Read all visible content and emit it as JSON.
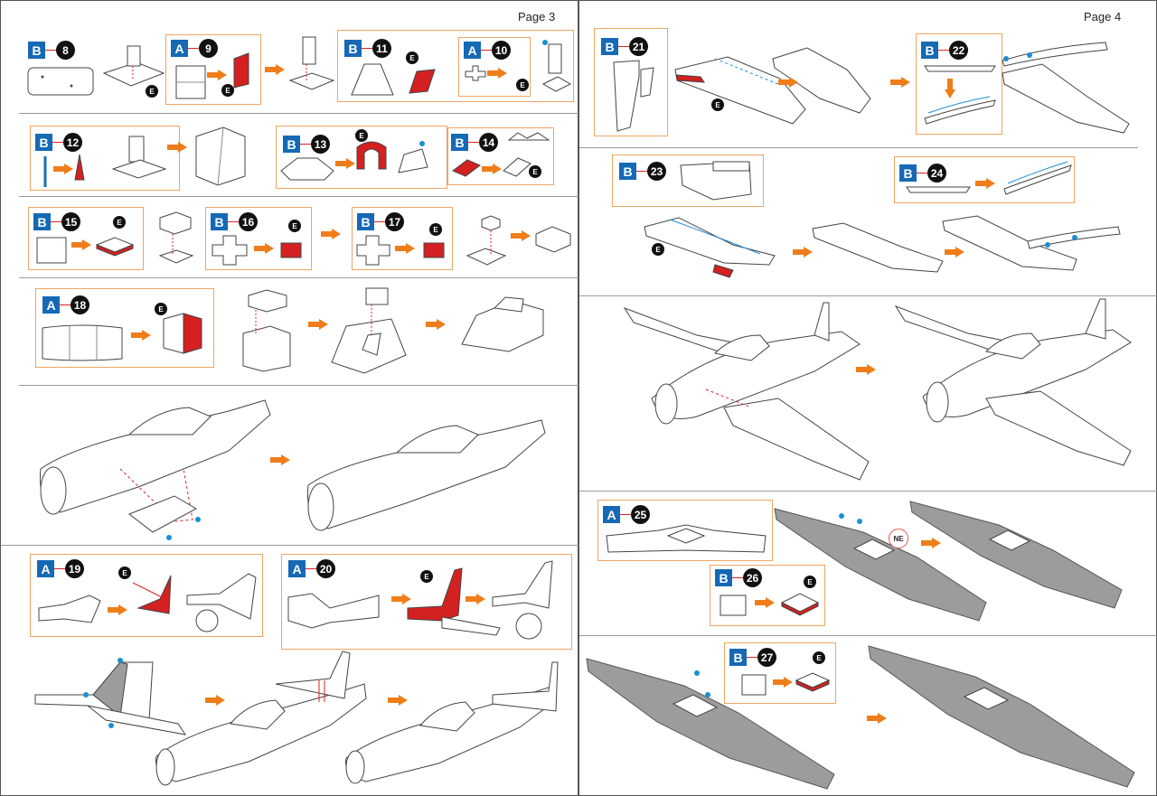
{
  "pages": [
    {
      "title": "Page 3",
      "steps": [
        {
          "sheet": "B",
          "num": "8"
        },
        {
          "sheet": "A",
          "num": "9"
        },
        {
          "sheet": "B",
          "num": "11"
        },
        {
          "sheet": "A",
          "num": "10"
        },
        {
          "sheet": "B",
          "num": "12"
        },
        {
          "sheet": "B",
          "num": "13"
        },
        {
          "sheet": "B",
          "num": "14"
        },
        {
          "sheet": "B",
          "num": "15"
        },
        {
          "sheet": "B",
          "num": "16"
        },
        {
          "sheet": "B",
          "num": "17"
        },
        {
          "sheet": "A",
          "num": "18"
        },
        {
          "sheet": "A",
          "num": "19"
        },
        {
          "sheet": "A",
          "num": "20"
        }
      ]
    },
    {
      "title": "Page 4",
      "steps": [
        {
          "sheet": "B",
          "num": "21"
        },
        {
          "sheet": "B",
          "num": "22"
        },
        {
          "sheet": "B",
          "num": "23"
        },
        {
          "sheet": "B",
          "num": "24"
        },
        {
          "sheet": "A",
          "num": "25"
        },
        {
          "sheet": "B",
          "num": "26"
        },
        {
          "sheet": "B",
          "num": "27"
        }
      ]
    }
  ],
  "labels": {
    "edge_marker": "E",
    "ne_marker": "NE"
  },
  "colors": {
    "accent_orange": "#ef7d1a",
    "box_border": "#f0a562",
    "sheet_blue": "#1569b5",
    "fold_red": "#d42020",
    "part_grey": "#9c9c9c"
  }
}
